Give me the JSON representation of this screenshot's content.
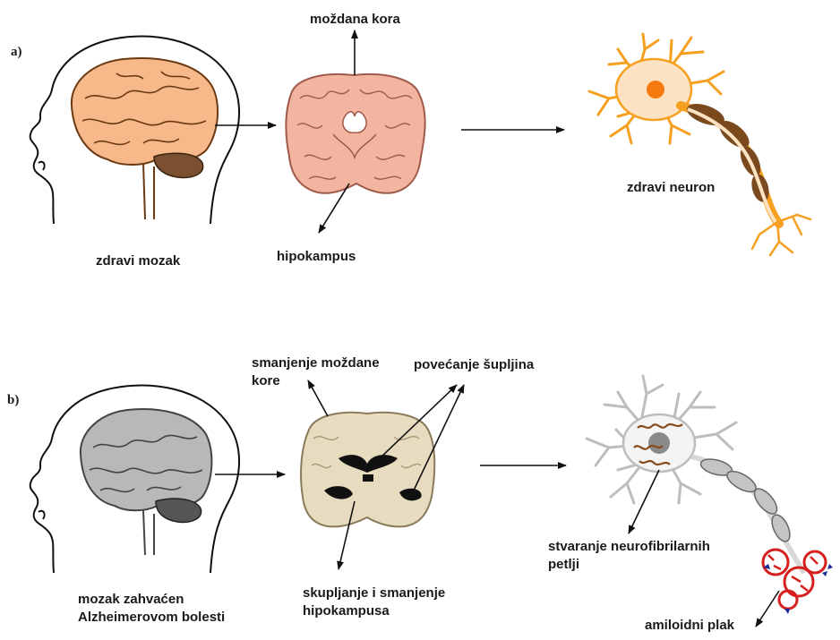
{
  "panel_a": {
    "label": "a)",
    "cortex_label": "moždana kora",
    "hippocampus_label": "hipokampus",
    "brain_label": "zdravi mozak",
    "neuron_label": "zdravi neuron"
  },
  "panel_b": {
    "label": "b)",
    "cortex_shrink_line1": "smanjenje moždane",
    "cortex_shrink_line2": "kore",
    "ventricle_label": "povećanje šupljina",
    "tangles_line1": "stvaranje neurofibrilarnih",
    "tangles_line2": "petlji",
    "hippocampus_line1": "skupljanje i smanjenje",
    "hippocampus_line2": "hipokampusa",
    "brain_line1": "mozak zahvaćen",
    "brain_line2": "Alzheimerovom bolesti",
    "plaque_label": "amiloidni plak"
  },
  "colors": {
    "healthy_brain": "#f7b98a",
    "healthy_slice": "#f2b5a0",
    "healthy_neuron": "#f5a020",
    "myelin": "#7a4a1e",
    "diseased_brain": "#b8b8b8",
    "diseased_slice": "#e8dcc0",
    "tangle": "#8a4a1a",
    "plaque": "#d62020"
  }
}
